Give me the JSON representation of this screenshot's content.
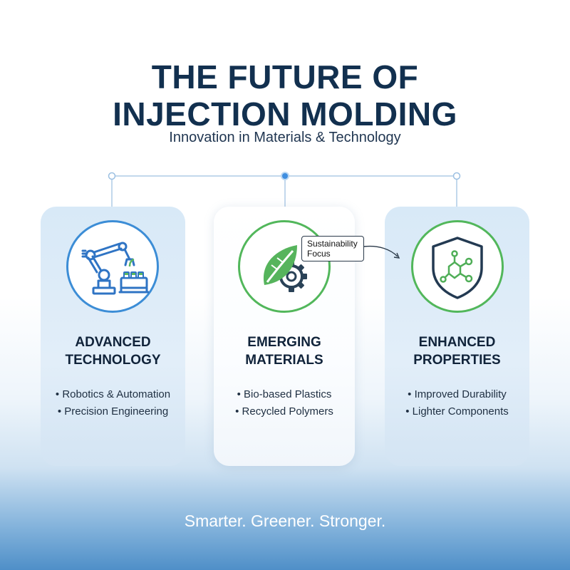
{
  "header": {
    "title_line1": "THE FUTURE OF",
    "title_line2": "INJECTION MOLDING",
    "subtitle": "Innovation in Materials & Technology"
  },
  "cards": [
    {
      "title_line1": "ADVANCED",
      "title_line2": "TECHNOLOGY",
      "icon": "robotic-arm-icon",
      "items": [
        "Robotics & Automation",
        "Precision Engineering"
      ]
    },
    {
      "title_line1": "EMERGING",
      "title_line2": "MATERIALS",
      "icon": "leaf-gear-icon",
      "items": [
        "Bio-based Plastics",
        "Recycled Polymers"
      ]
    },
    {
      "title_line1": "ENHANCED",
      "title_line2": "PROPERTIES",
      "icon": "shield-molecule-icon",
      "items": [
        "Improved Durability",
        "Lighter Components"
      ]
    }
  ],
  "callout": {
    "line1": "Sustainability",
    "line2": "Focus"
  },
  "tagline": "Smarter. Greener. Stronger.",
  "colors": {
    "navy": "#12304f",
    "accent_blue": "#3c8dd6",
    "accent_green": "#52b75b",
    "card_blue": "#dceaf7"
  }
}
